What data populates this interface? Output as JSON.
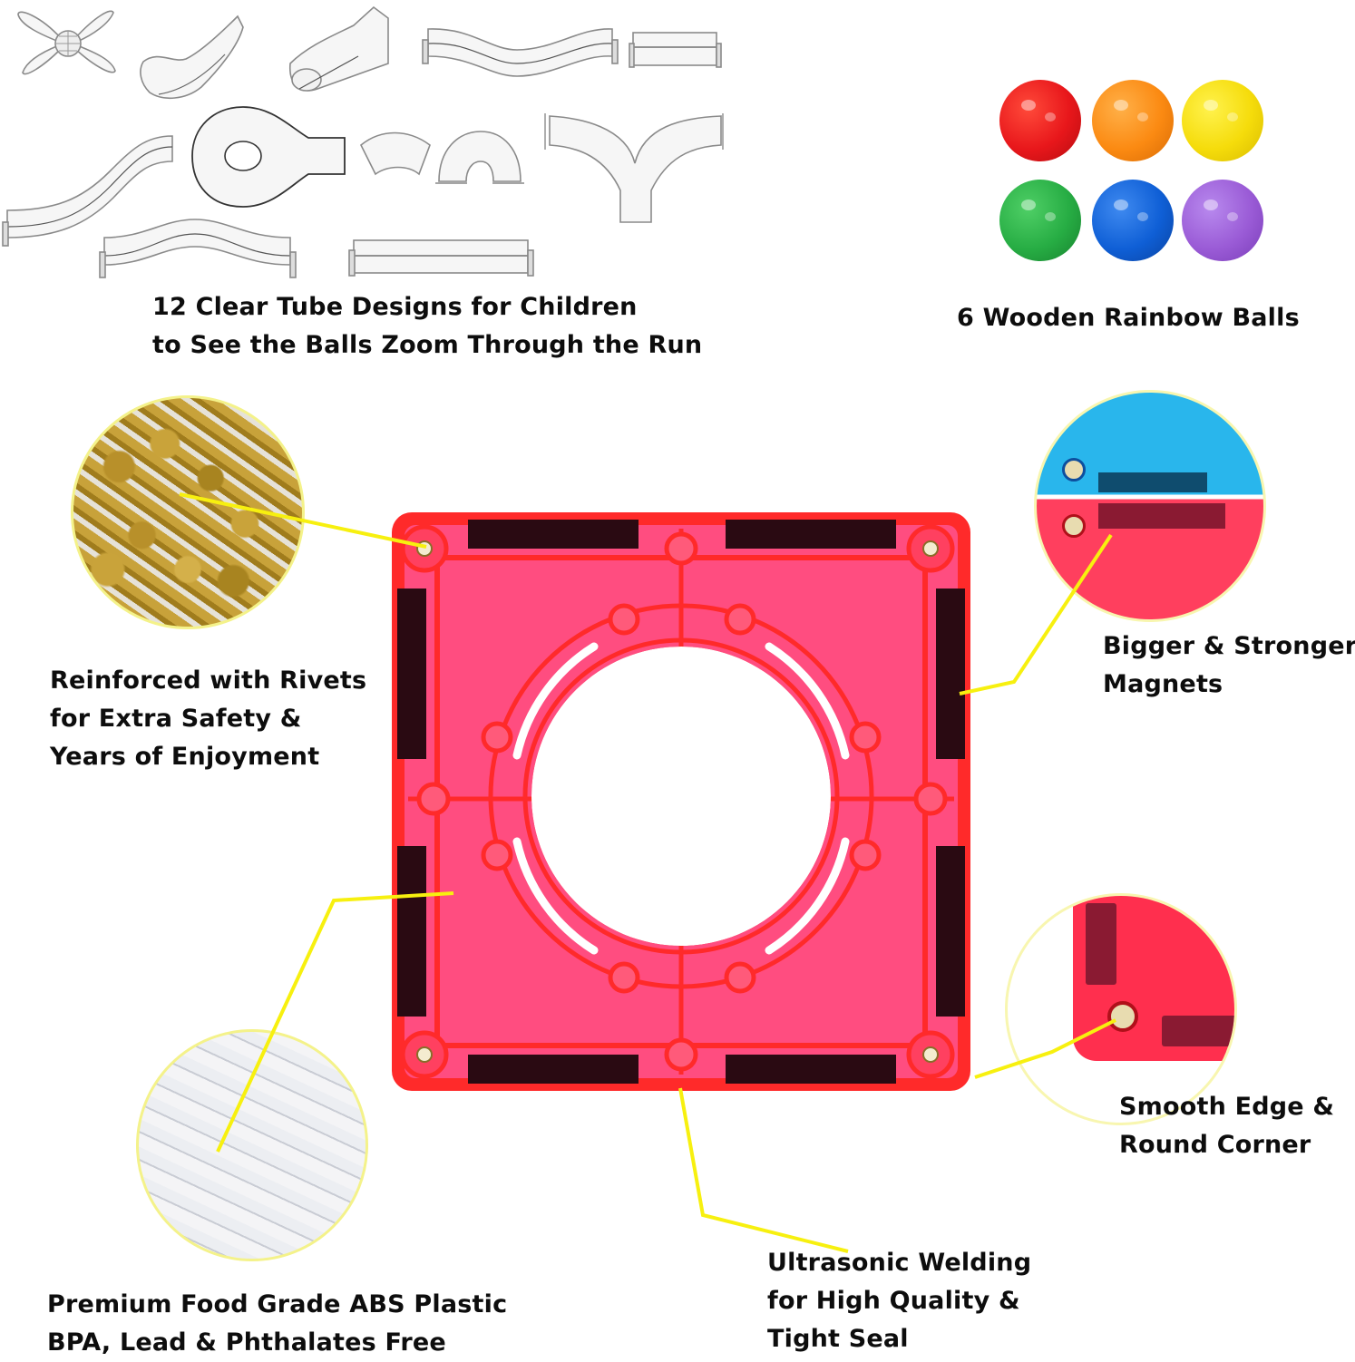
{
  "tubes_section": {
    "caption_lines": [
      "12 Clear Tube Designs for Children",
      "to See the Balls Zoom Through the Run"
    ],
    "tube_count": 12,
    "tube_pieces": [
      "cross-connector",
      "curved-funnel",
      "elbow-drop",
      "wave-tube-long",
      "short-straight-tube",
      "s-curve-tube",
      "spiral-loop",
      "small-arc",
      "u-turn",
      "y-splitter",
      "wave-tube",
      "long-straight-tube"
    ]
  },
  "balls_section": {
    "caption": "6 Wooden Rainbow Balls",
    "balls": [
      {
        "name": "red",
        "color": "#e8171b"
      },
      {
        "name": "orange",
        "color": "#fb8a12"
      },
      {
        "name": "yellow",
        "color": "#f5dc0b"
      },
      {
        "name": "green",
        "color": "#27ad44"
      },
      {
        "name": "blue",
        "color": "#0f5fd6"
      },
      {
        "name": "purple",
        "color": "#9a5bd6"
      }
    ]
  },
  "tile": {
    "frame_color": "#ff2a2a",
    "fill_color": "#ff4d80",
    "magnet_color": "#2a0a12",
    "leader_line_color": "#f7f00f"
  },
  "callouts": {
    "rivets": {
      "lines": [
        "Reinforced with Rivets",
        "for Extra Safety &",
        "Years of Enjoyment"
      ],
      "inset_icon": "brass-rivets-photo"
    },
    "magnets": {
      "lines": [
        "Bigger & Stronger",
        "Magnets"
      ],
      "inset_icon": "magnet-edge-closeup"
    },
    "edges": {
      "lines": [
        "Smooth Edge &",
        "Round Corner"
      ],
      "inset_icon": "rounded-corner-closeup"
    },
    "plastic": {
      "lines": [
        "Premium Food Grade ABS Plastic",
        "BPA, Lead & Phthalates Free"
      ],
      "inset_icon": "abs-pellets-photo"
    },
    "welding": {
      "lines": [
        "Ultrasonic Welding",
        "for High Quality &",
        "Tight Seal"
      ]
    }
  }
}
